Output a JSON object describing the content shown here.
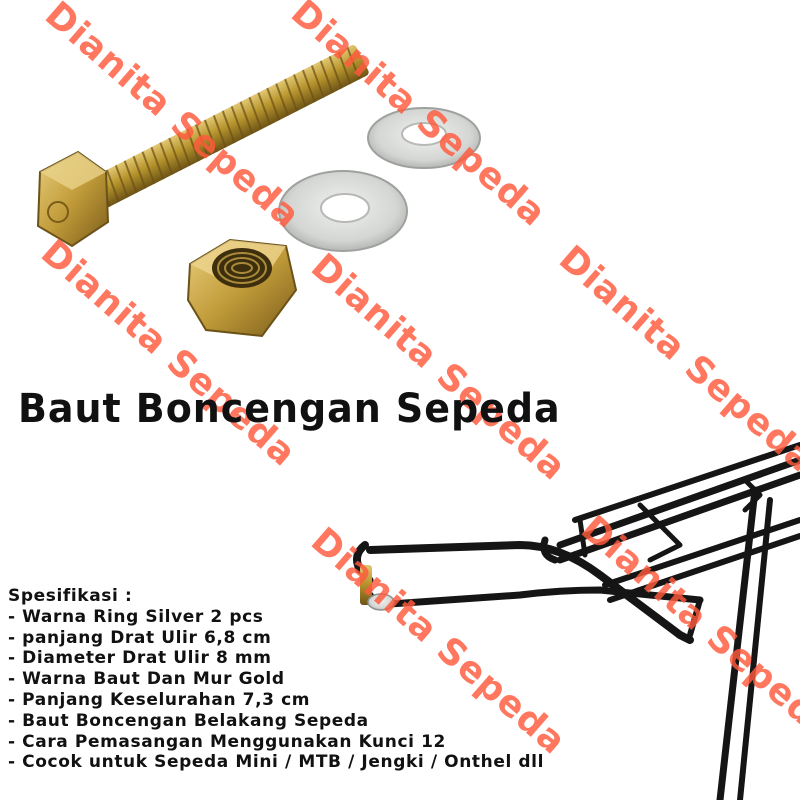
{
  "product": {
    "title": "Baut Boncengan Sepeda"
  },
  "watermark": {
    "text": "Dianita Sepeda",
    "color": "#ff5a3c"
  },
  "specs": {
    "heading": "Spesifikasi :",
    "items": [
      "- Warna Ring Silver 2 pcs",
      "- panjang Drat Ulir 6,8 cm",
      "- Diameter Drat Ulir 8 mm",
      "- Warna Baut Dan Mur Gold",
      "- Panjang Keselurahan 7,3 cm",
      "- Baut Boncengan Belakang Sepeda",
      "- Cara Pemasangan Menggunakan Kunci 12",
      "- Cocok untuk Sepeda Mini / MTB / Jengki / Onthel dll"
    ]
  },
  "colors": {
    "background": "#ffffff",
    "bolt_gold": "#b8962e",
    "washer_silver": "#d9dbd9",
    "rack_black": "#151515",
    "text": "#111111"
  }
}
